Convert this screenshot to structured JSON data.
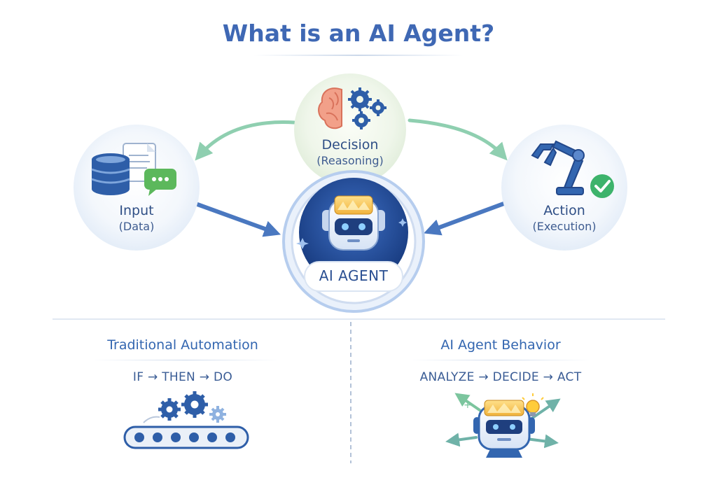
{
  "title": "What is an AI Agent?",
  "nodes": {
    "decision": {
      "label": "Decision",
      "sub": "(Reasoning)"
    },
    "input": {
      "label": "Input",
      "sub": "(Data)"
    },
    "action": {
      "label": "Action",
      "sub": "(Execution)"
    },
    "center": {
      "label": "AI AGENT"
    }
  },
  "sections": {
    "traditional": {
      "title": "Traditional Automation",
      "flow": "IF → THEN → DO"
    },
    "agent": {
      "title": "AI Agent Behavior",
      "flow": "ANALYZE → DECIDE → ACT"
    }
  },
  "colors": {
    "accent": "#3f68b4",
    "green_arrow": "#8fcfb0",
    "blue_arrow": "#4a78c0",
    "check_green": "#3db36b"
  }
}
